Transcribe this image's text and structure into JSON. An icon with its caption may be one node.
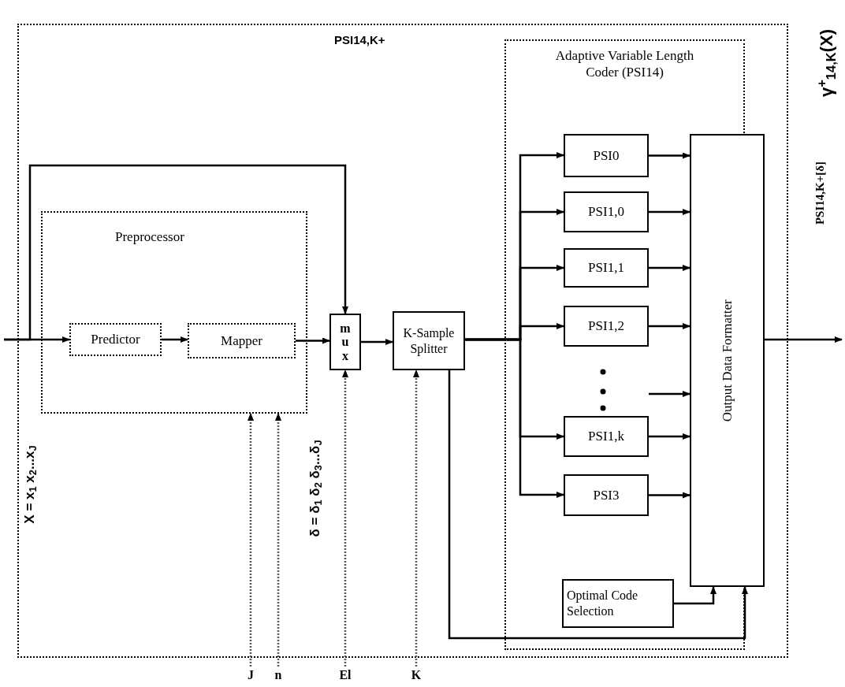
{
  "diagram": {
    "nodes": [
      {
        "text": [
          "PSI14,K+"
        ]
      },
      {
        "text": [
          "Preprocessor"
        ],
        "in": 0
      },
      {
        "text": [
          "Predictor"
        ],
        "in": 1
      },
      {
        "text": [
          "Mapper"
        ],
        "in": 1
      },
      {
        "text": [
          "mux"
        ],
        "in": 0
      },
      {
        "text": [
          "K-Sample Splitter"
        ],
        "in": 0
      },
      {
        "text": [
          "Adaptive Variable Length Coder (PSI14)"
        ],
        "in": 0
      },
      {
        "text": [
          "PSI0"
        ],
        "in": 6
      },
      {
        "text": [
          "PSI1,0"
        ],
        "in": 6
      },
      {
        "text": [
          "PSI1,1"
        ],
        "in": 6
      },
      {
        "text": [
          "PSI1,2"
        ],
        "in": 6
      },
      {
        "text": [
          "PSI1,k"
        ],
        "in": 6
      },
      {
        "text": [
          "PSI3"
        ],
        "in": 6
      },
      {
        "text": [
          "Output Data Formatter"
        ],
        "in": 0
      },
      {
        "text": [
          "Optimal Code Selection"
        ],
        "in": 6
      },
      {
        "text": [
          "J"
        ]
      },
      {
        "text": [
          "n"
        ]
      },
      {
        "text": [
          "El"
        ]
      },
      {
        "text": [
          "K"
        ]
      }
    ],
    "edges": [
      {
        "from": null,
        "to": 2,
        "arrow": "to"
      },
      {
        "from": null,
        "to": 4,
        "arrow": "to"
      },
      {
        "from": 2,
        "to": 3,
        "arrow": "to"
      },
      {
        "from": 3,
        "to": 4,
        "arrow": "to"
      },
      {
        "from": 4,
        "to": 5,
        "arrow": "to"
      },
      {
        "from": 5,
        "to": 7,
        "arrow": "to"
      },
      {
        "from": 5,
        "to": 8,
        "arrow": "to"
      },
      {
        "from": 5,
        "to": 9,
        "arrow": "to"
      },
      {
        "from": 5,
        "to": 10,
        "arrow": "to"
      },
      {
        "from": 5,
        "to": 11,
        "arrow": "to"
      },
      {
        "from": 5,
        "to": 12,
        "arrow": "to"
      },
      {
        "from": null,
        "to": 13,
        "arrow": "to"
      },
      {
        "from": 7,
        "to": 13,
        "arrow": "to"
      },
      {
        "from": 8,
        "to": 13,
        "arrow": "to"
      },
      {
        "from": 9,
        "to": 13,
        "arrow": "to"
      },
      {
        "from": 10,
        "to": 13,
        "arrow": "to"
      },
      {
        "from": 11,
        "to": 13,
        "arrow": "to"
      },
      {
        "from": 12,
        "to": 13,
        "arrow": "to"
      },
      {
        "from": 14,
        "to": 13,
        "arrow": "to"
      },
      {
        "from": 5,
        "to": 13,
        "arrow": "to"
      },
      {
        "from": 13,
        "to": null,
        "arrow": "to"
      },
      {
        "from": 15,
        "to": 1,
        "arrow": "to",
        "style": "dashed"
      },
      {
        "from": 16,
        "to": 1,
        "arrow": "to",
        "style": "dashed"
      },
      {
        "from": 17,
        "to": 4,
        "arrow": "to",
        "style": "dashed"
      },
      {
        "from": 18,
        "to": 5,
        "arrow": "to",
        "style": "dashed"
      }
    ],
    "labels": [
      "X = x$_{1}$ x$_{2}$...x$_{J}$",
      "δ = δ$_{1}$ δ$_{2}$ δ$_{3}$...δ$_{J}$",
      "γ$^{+}$$_{14,K}$(X)",
      "PSI14,K+[δ]"
    ]
  }
}
